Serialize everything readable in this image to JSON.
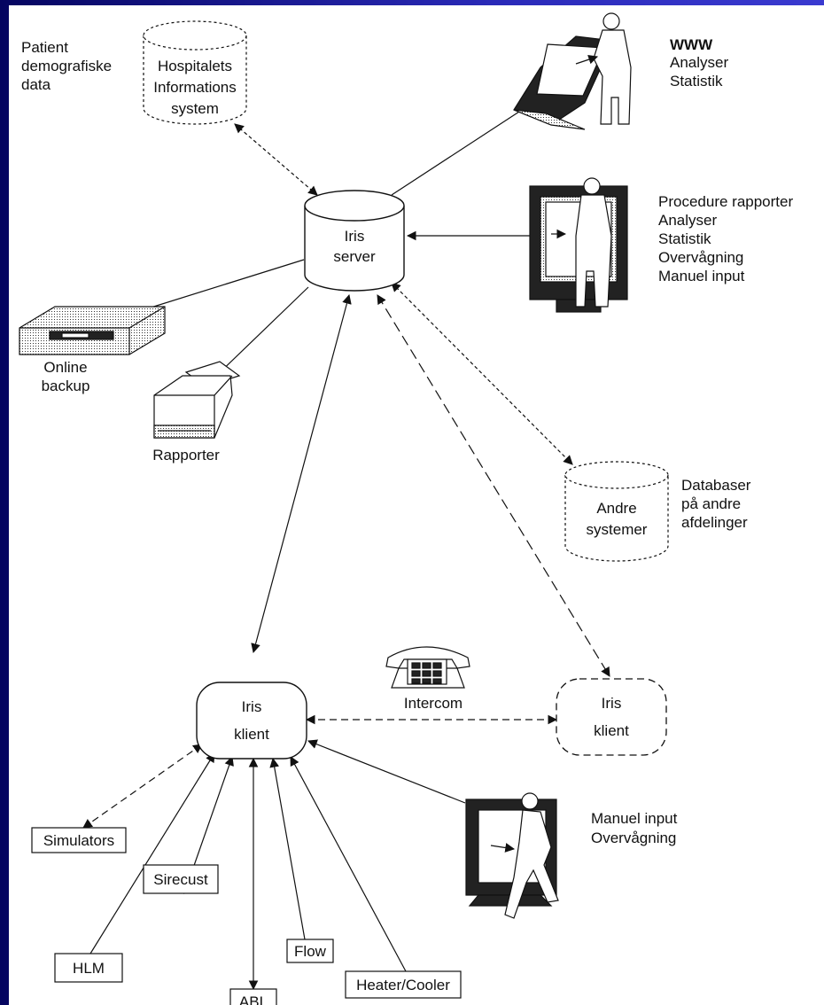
{
  "top_left_label": [
    "Patient",
    "demografiske",
    "data"
  ],
  "hospital_db": [
    "Hospitalets",
    "Informations",
    "system"
  ],
  "iris_server": [
    "Iris",
    "server"
  ],
  "www_block": {
    "title": "WWW",
    "lines": [
      "Analyser",
      "Statistik"
    ]
  },
  "workstation_block": [
    "Procedure  rapporter",
    "Analyser",
    "Statistik",
    "Overvågning",
    "Manuel input"
  ],
  "online_backup": [
    "Online",
    "backup"
  ],
  "printer_label": "Rapporter",
  "other_db": [
    "Andre",
    "systemer"
  ],
  "other_db_label": [
    "Databaser",
    "på andre",
    "afdelinger"
  ],
  "iris_klient_main": [
    "Iris",
    "klient"
  ],
  "iris_klient_remote": [
    "Iris",
    "klient"
  ],
  "intercom_label": "Intercom",
  "manual_input_block": [
    "Manuel input",
    "Overvågning"
  ],
  "devices": {
    "simulators": "Simulators",
    "sirecust": "Sirecust",
    "hlm": "HLM",
    "abl": "ABL",
    "flow": "Flow",
    "heater_cooler": "Heater/Cooler"
  }
}
